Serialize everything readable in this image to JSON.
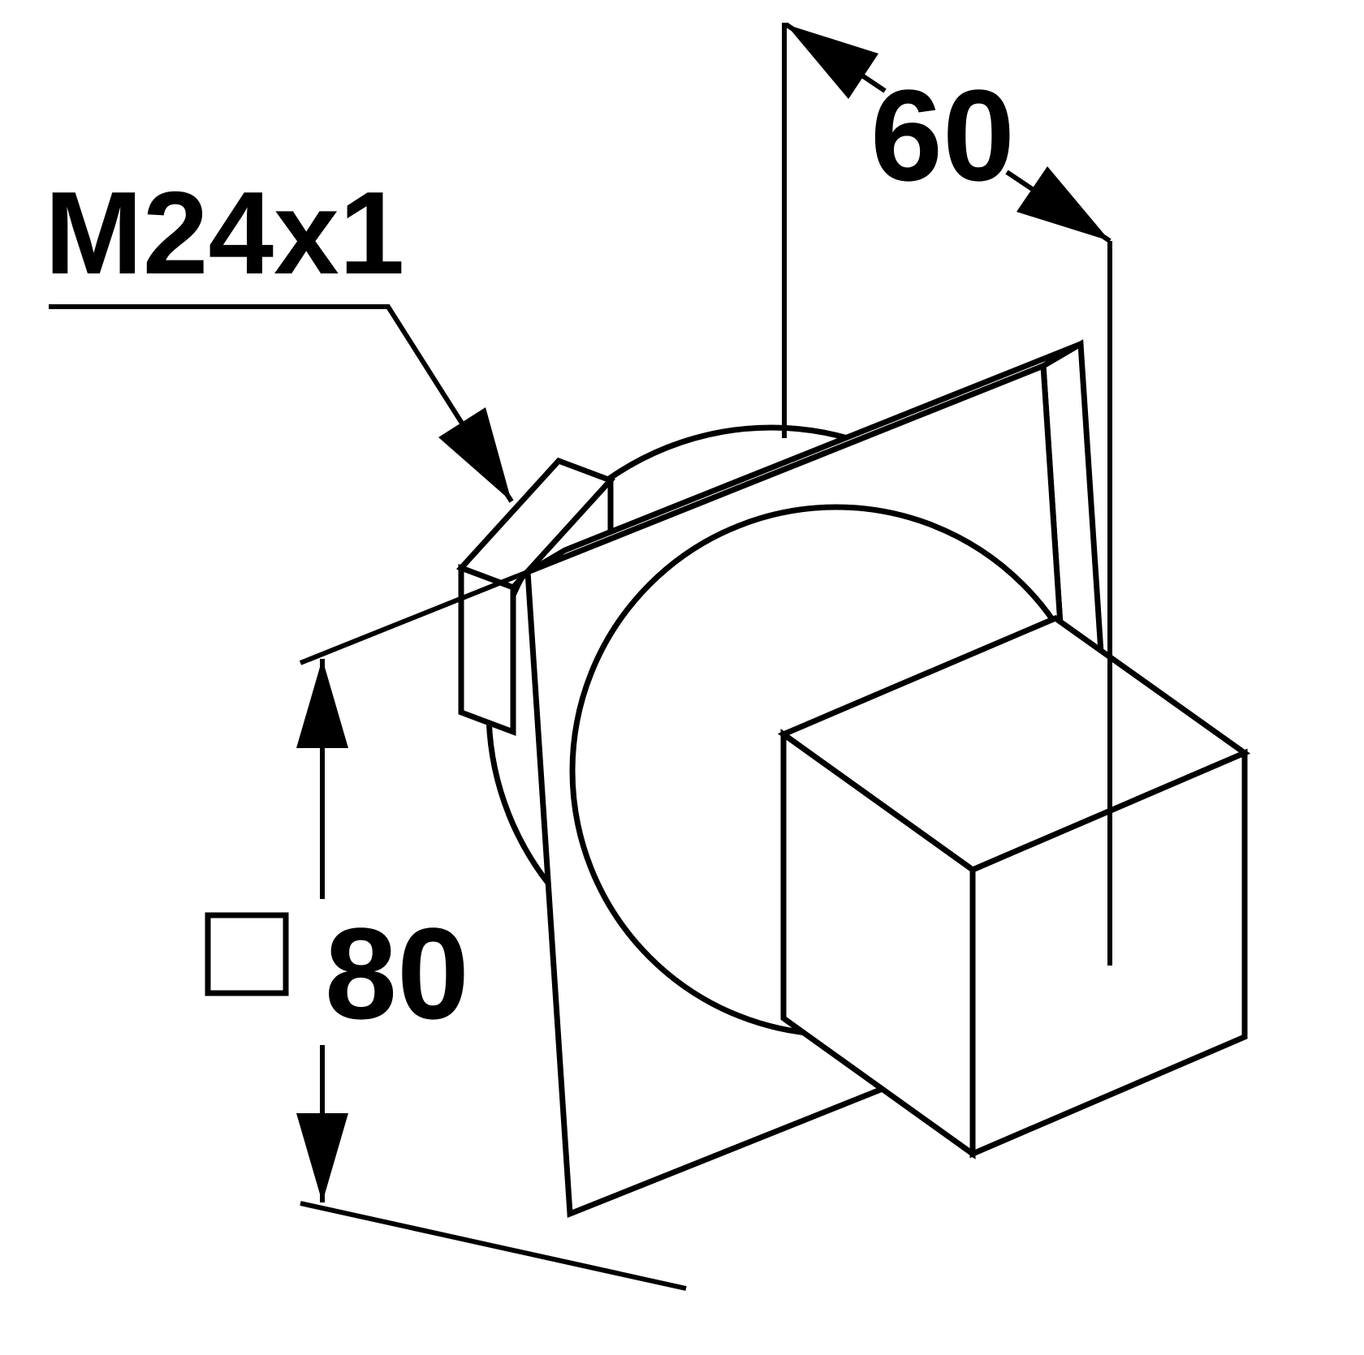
{
  "colors": {
    "background": "#ffffff",
    "line": "#000000"
  },
  "diagram": {
    "type": "technical-dimension-drawing",
    "labels": {
      "thread": "M24x1",
      "depth": "60",
      "size": "80"
    }
  }
}
